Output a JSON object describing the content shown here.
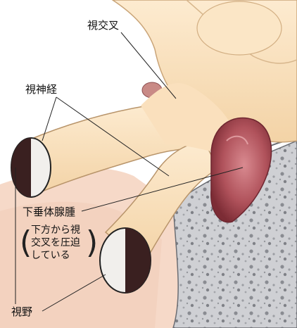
{
  "labels": {
    "optic_chiasm": "視交叉",
    "optic_nerve": "視神経",
    "pituitary_adenoma": "下垂体腺腫",
    "visual_field": "視野"
  },
  "note": {
    "lines": [
      "下方から視",
      "交叉を圧迫",
      "している"
    ]
  },
  "colors": {
    "nerve": "#fbe4c2",
    "nerve_shadow": "#e8c89c",
    "tumor": "#a8464e",
    "bone": "#c8c8cc",
    "background_tissue": "#f6d6c4",
    "field_dark": "#3a2020",
    "field_light": "#f1efec"
  }
}
